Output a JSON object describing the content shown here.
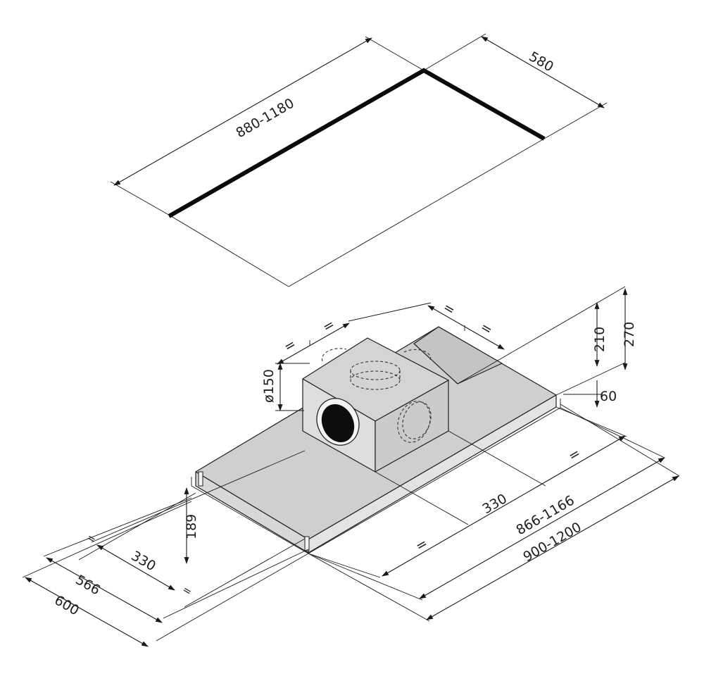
{
  "cutout": {
    "length": "880-1180",
    "depth": "580"
  },
  "hood": {
    "outlet_diameter": "ø150",
    "height_total": "270",
    "height_motor": "210",
    "height_frame": "60",
    "visible_height": "189",
    "side_330": "330",
    "width_inner": "566",
    "width_outer": "600",
    "front_330": "330",
    "length_inner": "866-1166",
    "length_outer": "900-1200",
    "equal_mark": "="
  },
  "colors": {
    "line": "#1a1a1a",
    "hood_top": "#cfcfcf",
    "hood_front": "#e6e6e6",
    "motor_front": "#dedede",
    "motor_side": "#cbcbcb",
    "cutout_border": "#0a0a0a"
  }
}
